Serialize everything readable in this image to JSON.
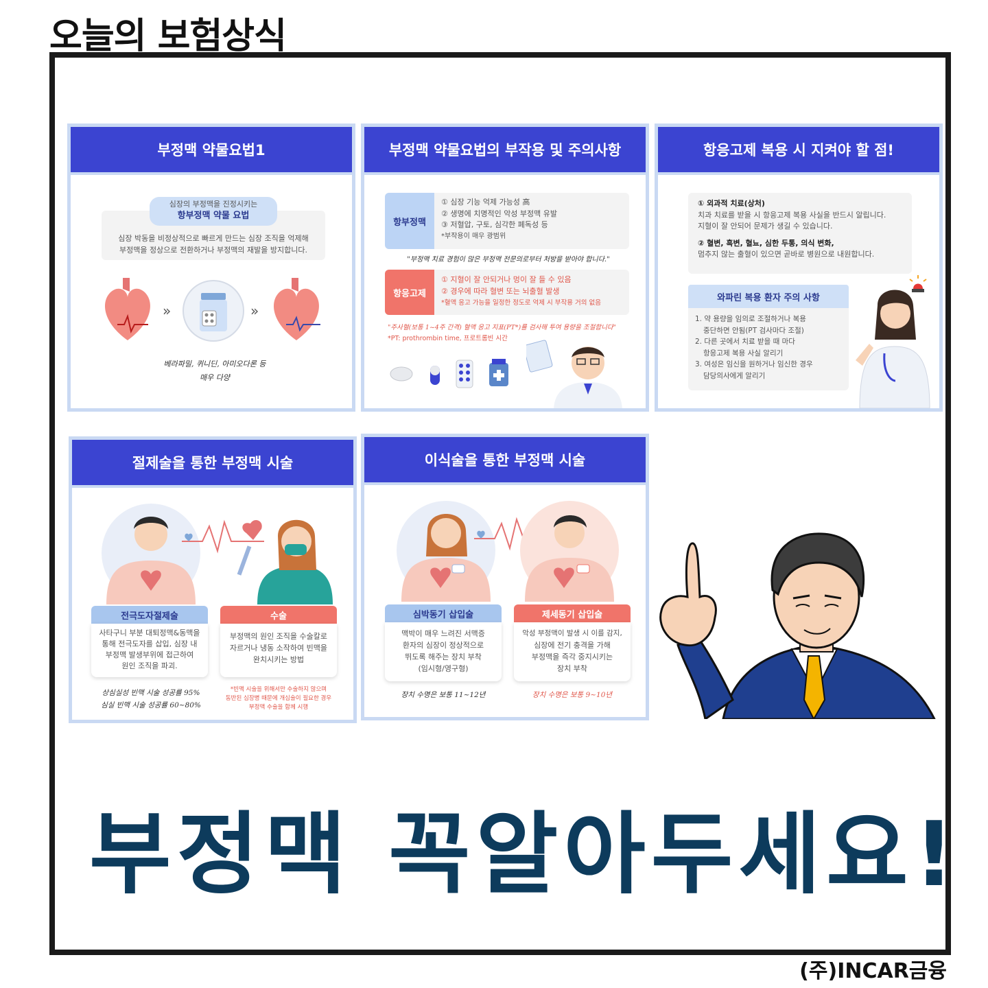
{
  "page_title": "오늘의 보험상식",
  "headline": "부정맥 꼭알아두세요!",
  "footer": "(주)INCAR금융",
  "colors": {
    "panel_header": "#3b44d1",
    "headline": "#0d3b5c",
    "accent_red": "#e0564a",
    "panel_border": "#c9d9f3"
  },
  "card1": {
    "title": "부정맥 약물요법1",
    "pill_line1": "심장의 부정맥을 진정시키는",
    "pill_line2": "항부정맥 약물 요법",
    "desc1": "심장 박동을 비정상적으로 빠르게 만드는 심장 조직을 억제해",
    "desc2": "부정맥을 정상으로 전환하거나 부정맥의 재발을 방지합니다.",
    "note1": "베라파밀, 퀴니딘, 아미오다론 등",
    "note2": "매우 다양"
  },
  "card2": {
    "title": "부정맥 약물요법의 부작용 및 주의사항",
    "a_label": "항부정맥",
    "a1": "① 심장 기능 억제 가능성 高",
    "a2": "② 생명에 치명적인 악성 부정맥 유발",
    "a3": "③ 저혈압, 구토, 심각한 폐독성 등",
    "a4": "*부작용이 매우 광범위",
    "a_note": "\"부정맥 치료 경험이 많은 부정맥 전문의로부터 처방을 받아야 합니다.\"",
    "b_label": "항응고제",
    "b1": "① 지혈이 잘 안되거나 멍이 잘 들 수 있음",
    "b2": "② 경우에 따라 혈변 또는 뇌출혈 발생",
    "b3": "*혈액 응고 가능을 일정한 정도로 억제 시 부작용 거의 없음",
    "b_note": "\"주사혈(보통 1~4주 간격) 혈액 응고 지표(PT*)를 검사해 투여 용량을 조절합니다\"",
    "b_note2": "*PT: prothrombin time, 프로트롬빈 시간"
  },
  "card3": {
    "title": "항응고제 복용 시 지켜야 할 점!",
    "p1_title": "① 외과적 치료(상처)",
    "p1_l1": "치과 치료를 받을 시 항응고제 복용 사실을 반드시 알립니다.",
    "p1_l2": "지혈이 잘 안되어 문제가 생길 수 있습니다.",
    "p2_title": "② 혈변, 흑변, 혈뇨, 심한 두통, 의식 변화,",
    "p2_l1": "멈추지 않는 출혈이 있으면 곧바로 병원으로 내원합니다.",
    "sub_title": "와파린 복용 환자 주의 사항",
    "s1": "1. 약 용량을 임의로 조절하거나 복용",
    "s1b": "중단하면 안됨(PT 검사마다 조절)",
    "s2": "2. 다른 곳에서 치료 받을 때 마다",
    "s2b": "항응고제 복용 사실 알리기",
    "s3": "3. 여성은 임신을 원하거나 임신한 경우",
    "s3b": "담당의사에게 알리기"
  },
  "card4": {
    "title": "절제술을 통한 부정맥 시술",
    "left_head": "전극도자절제술",
    "left_l1": "사타구니 부분 대퇴정맥&동맥을",
    "left_l2": "통해 전극도자를 삽입, 심장 내",
    "left_l3": "부정맥 발생부위에 접근하여",
    "left_l4": "원인 조직을 파괴.",
    "left_n1": "상심실성 빈맥 시술 성공률 95%",
    "left_n2": "심실 빈맥 시술 성공률 60~80%",
    "right_head": "수술",
    "right_l1": "부정맥의 원인 조직을 수술칼로",
    "right_l2": "자르거나 냉동 소작하여 빈맥을",
    "right_l3": "완치시키는 방법",
    "right_n1": "*빈맥 시술을 위해서만 수술하지 않으며",
    "right_n2": "동반된 심장병 때문에 개심술이 필요한 경우",
    "right_n3": "부정맥 수술을 함께 시행"
  },
  "card5": {
    "title": "이식술을 통한 부정맥 시술",
    "left_head": "심박동기 삽입술",
    "left_l1": "맥박이 매우 느려진 서맥증",
    "left_l2": "환자의 심장이 정상적으로",
    "left_l3": "뛰도록 해주는 장치 부착",
    "left_l4": "(임시형/영구형)",
    "left_n": "장치 수명은 보통 11~12년",
    "right_head": "제세동기 삽입술",
    "right_l1": "악성 부정맥이 발생 시 이를 감지,",
    "right_l2": "심장에 전기 충격을 가해",
    "right_l3": "부정맥을 즉각 중지시키는",
    "right_l4": "장치 부착",
    "right_n": "장치 수명은 보통 9~10년"
  }
}
